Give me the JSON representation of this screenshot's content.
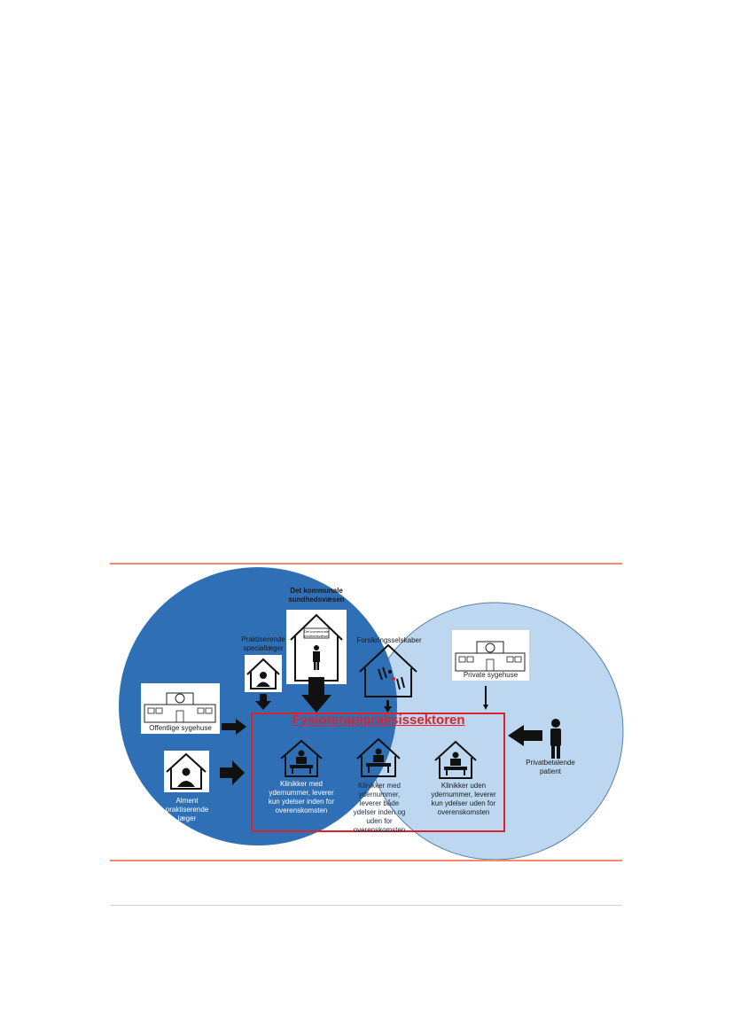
{
  "diagram": {
    "title": "Fysioterapipraksissektoren",
    "nodes": {
      "municipal": "Det kommunale sundhedsvæsen",
      "municipal_sign": "Det kommunale sundhedsvæsen",
      "specialists": "Praktiserende speciallæger",
      "insurance": "Forsikringsselskaber",
      "private_hospitals": "Private sygehuse",
      "public_hospitals": "Offentlige sygehuse",
      "gps": "Alment praktiserende læger",
      "private_patient": "Privatbetalende patient"
    },
    "clinics": [
      "Klinikker med ydernummer, leverer kun ydelser inden for overenskomsten",
      "Klinikker med ydernummer, leverer både ydelser inden og uden for overenskomsten",
      "Klinikker uden ydernummer, leverer kun ydelser uden for overenskomsten"
    ],
    "colors": {
      "public_circle": "#2f6fb5",
      "private_circle": "#bcd7ef",
      "frame": "#d9232a",
      "rule": "#f08a6b"
    }
  }
}
